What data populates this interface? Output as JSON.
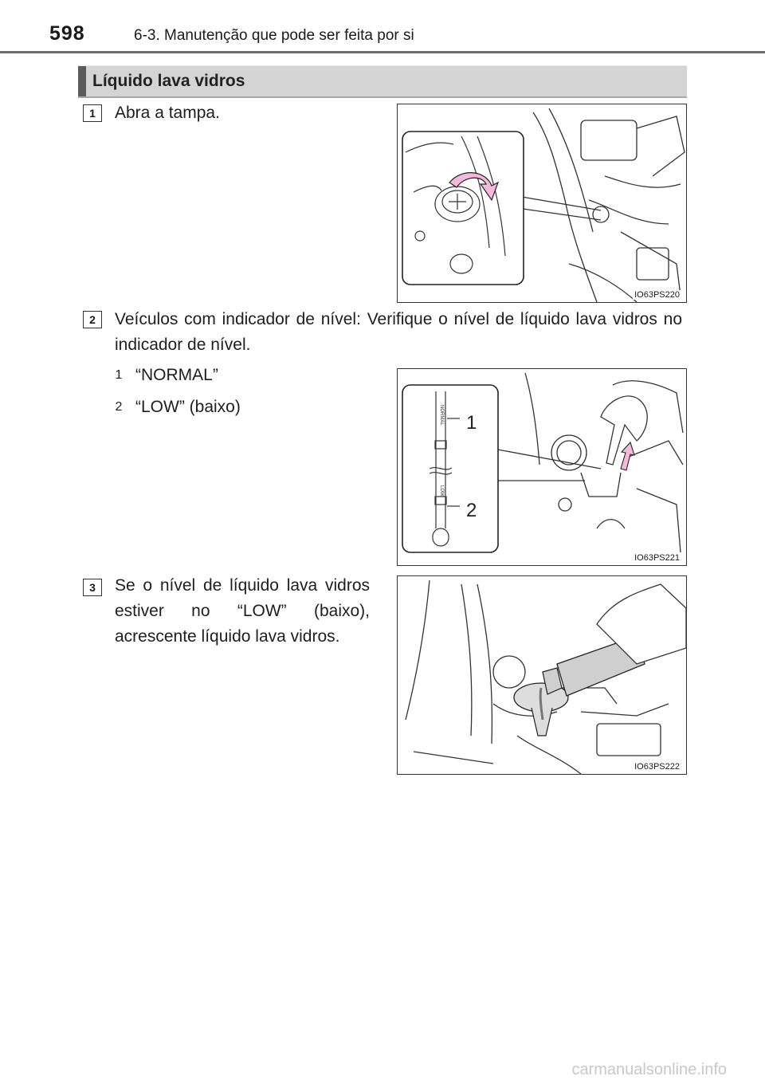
{
  "header": {
    "page_number": "598",
    "chapter_title": "6-3. Manutenção que pode ser feita por si"
  },
  "section": {
    "title": "Líquido lava vidros"
  },
  "steps": [
    {
      "number": "1",
      "text": "Abra a tampa.",
      "figure_code": "IO63PS220"
    },
    {
      "number": "2",
      "text": "Veículos com indicador de nível: Verifique o nível de líquido lava vidros no indicador de nível.",
      "figure_code": "IO63PS221",
      "callouts": [
        {
          "number": "1",
          "label": "“NORMAL”"
        },
        {
          "number": "2",
          "label": "“LOW” (baixo)"
        }
      ],
      "figure_labels": {
        "one": "1",
        "two": "2",
        "gauge_normal": "NORMAL",
        "gauge_low": "LOW"
      }
    },
    {
      "number": "3",
      "text": "Se o nível de líquido lava vidros estiver no “LOW” (baixo), acrescente líquido lava vidros.",
      "figure_code": "IO63PS222"
    }
  ],
  "watermark": "carmanualsonline.info",
  "colors": {
    "arrow_fill": "#f6b9dc",
    "section_bar": "#d4d4d4",
    "accent": "#5b5b5b"
  }
}
